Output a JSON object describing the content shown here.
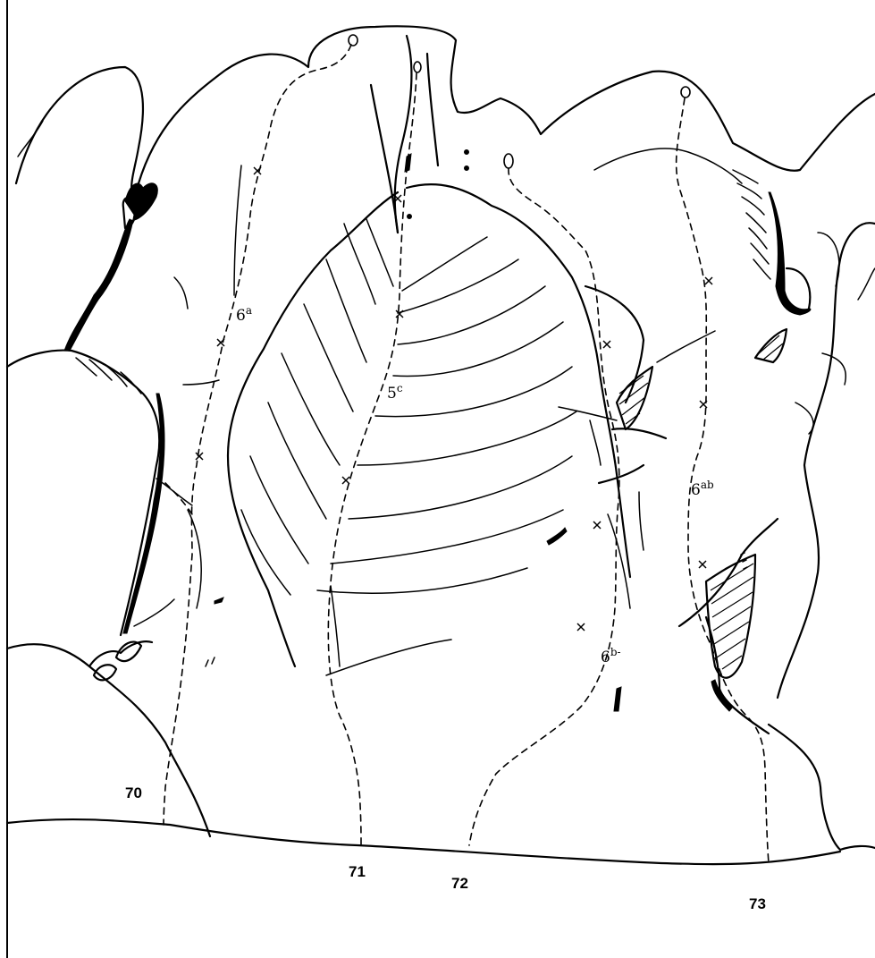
{
  "routes": [
    {
      "number": "70",
      "grade": "6",
      "grade_sup": "a"
    },
    {
      "number": "71",
      "grade": "5",
      "grade_sup": "c"
    },
    {
      "number": "72",
      "grade": "6",
      "grade_sup": "b-"
    },
    {
      "number": "73",
      "grade": "6",
      "grade_sup": "ab"
    }
  ]
}
